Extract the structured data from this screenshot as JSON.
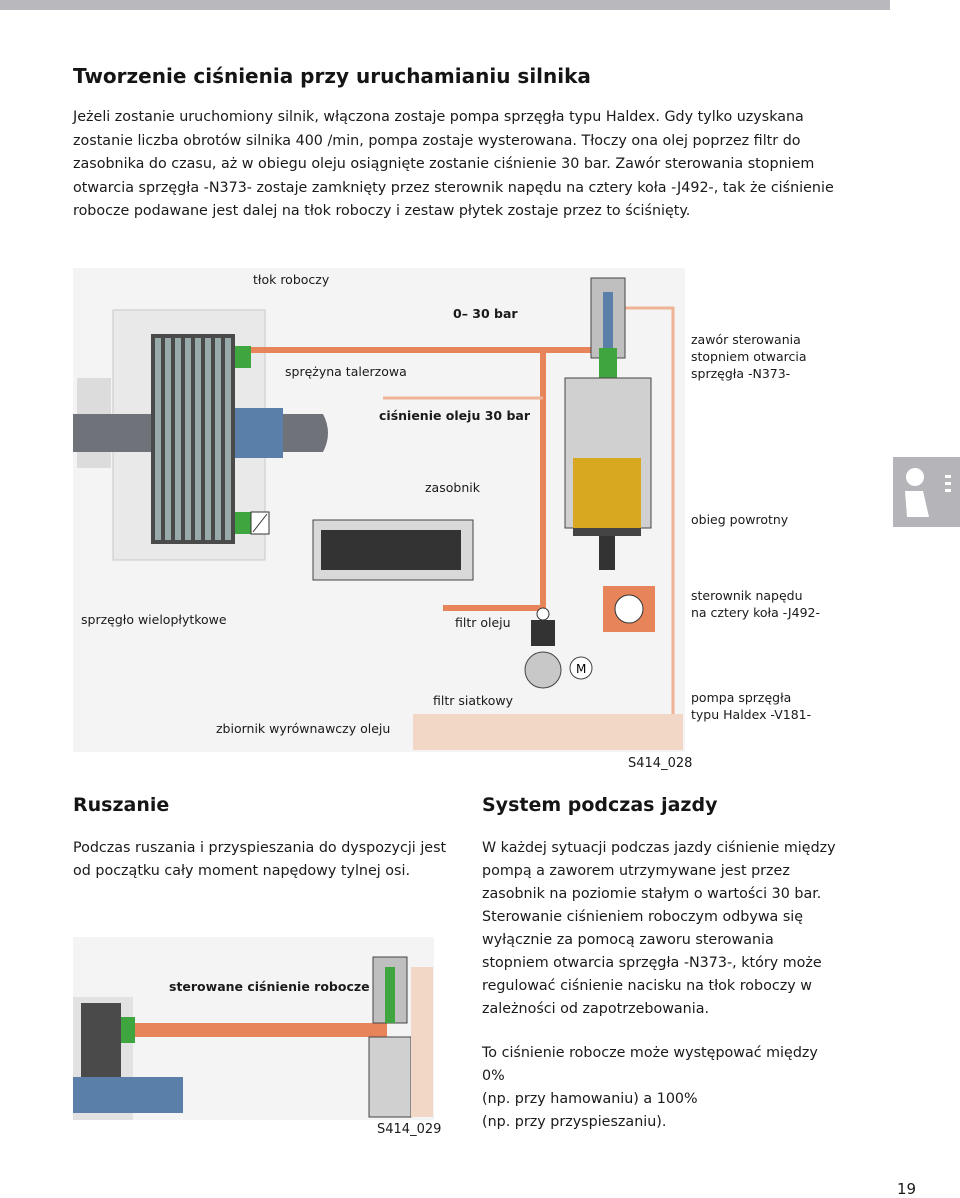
{
  "heading": "Tworzenie ciśnienia przy uruchamianiu silnika",
  "intro": "Jeżeli zostanie uruchomiony silnik, włączona zostaje pompa sprzęgła typu Haldex. Gdy tylko uzyskana zostanie liczba obrotów silnika 400 /min, pompa zostaje wysterowana. Tłoczy ona olej poprzez filtr do zasobnika do czasu, aż w obiegu oleju osiągnięte zostanie ciśnienie 30 bar. Zawór sterowania stopniem otwarcia sprzęgła -N373- zostaje zamknięty przez sterownik napędu na cztery koła -J492-, tak że ciśnienie robocze podawane jest dalej na tłok roboczy i zestaw płytek zostaje przez to ściśnięty.",
  "figure1": {
    "id": "S414_028",
    "labels": {
      "piston": "tłok roboczy",
      "pressure_range": "0– 30 bar",
      "disc_spring": "sprężyna talerzowa",
      "valve": [
        "zawór sterowania",
        "stopniem otwarcia",
        "sprzęgła -N373-"
      ],
      "oil_pressure": "ciśnienie oleju 30 bar",
      "accumulator": "zasobnik",
      "return_circuit": "obieg powrotny",
      "multi_plate_clutch": "sprzęgło wielopłytkowe",
      "oil_filter": "filtr oleju",
      "control_unit": [
        "sterownik napędu",
        "na cztery koła -J492-"
      ],
      "strainer": "filtr siatkowy",
      "pump": [
        "pompa sprzęgła",
        "typu Haldex -V181-"
      ],
      "reservoir": "zbiornik wyrównawczy oleju",
      "motor_symbol": "M"
    }
  },
  "section_left": {
    "heading": "Ruszanie",
    "text": "Podczas ruszania i przyspieszania do dyspozycji jest od początku cały moment napędowy tylnej osi."
  },
  "figure2": {
    "id": "S414_029",
    "label": "sterowane ciśnienie robocze"
  },
  "section_right": {
    "heading": "System podczas jazdy",
    "text1": "W każdej sytuacji podczas jazdy ciśnienie między pompą a zaworem utrzymywane jest przez zasobnik na poziomie stałym o wartości 30 bar. Sterowanie ciśnieniem roboczym odbywa się wyłącznie za pomocą zaworu sterowania stopniem otwarcia sprzęgła -N373-, który może regulować ciśnienie nacisku na tłok roboczy w zależności od zapotrzebowania.",
    "text2_lines": [
      "To ciśnienie robocze może występować między 0%",
      "(np. przy hamowaniu) a 100%",
      "(np. przy przyspieszaniu)."
    ]
  },
  "page_number": "19",
  "colors": {
    "oil": "#e8845a",
    "oil_light": "#f2d6c6",
    "green": "#3fa63f",
    "yellow": "#d8a820",
    "shaft": "#6f7278",
    "shaft_blue": "#5a7fa8"
  }
}
